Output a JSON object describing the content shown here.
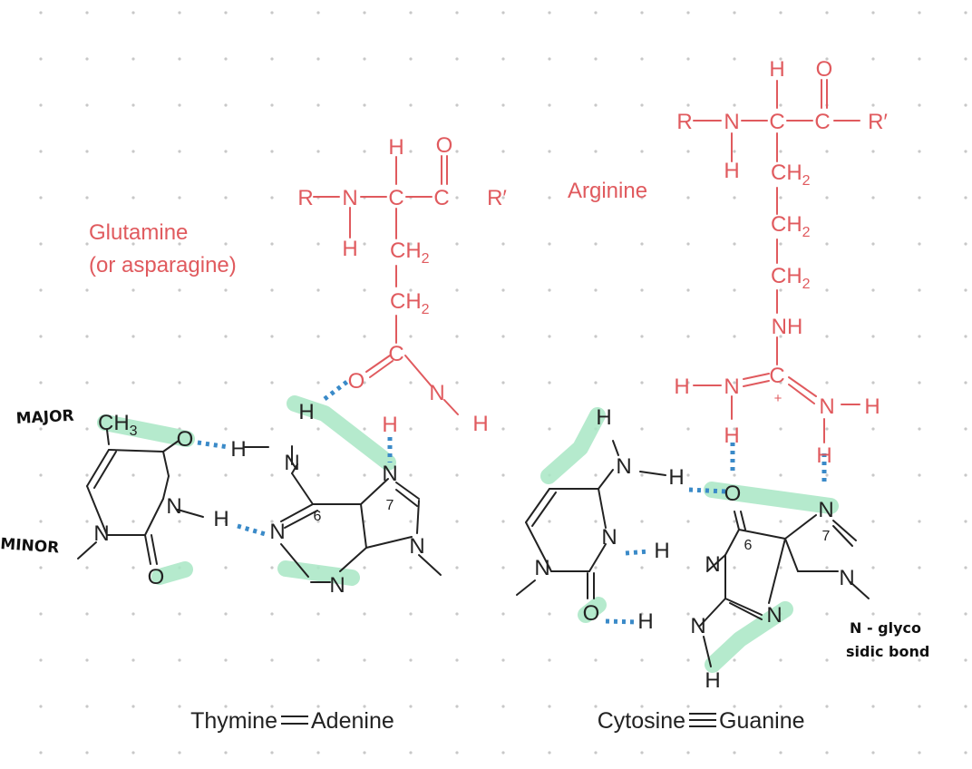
{
  "colors": {
    "protein": "#e05a5e",
    "structure": "#222222",
    "hbond": "#3a8ac8",
    "highlight": "#a8e6c4",
    "dot": "#c8c8c8"
  },
  "labels": {
    "glutamine": [
      "Glutamine",
      "(or asparagine)"
    ],
    "arginine": "Arginine",
    "major": "MAJOR",
    "minor": "MINOR",
    "glyco": [
      "N - glyco",
      "sidic bond"
    ],
    "pair_ta": [
      "Thymine",
      "Adenine"
    ],
    "pair_cg": [
      "Cytosine",
      "Guanine"
    ]
  },
  "atoms": {
    "H": "H",
    "O": "O",
    "N": "N",
    "C": "C",
    "R": "R",
    "Rp": "R′",
    "CH2": "CH",
    "sub2": "2",
    "CH3": "CH",
    "sub3": "3",
    "NH": "NH",
    "plus": "+",
    "six": "6",
    "seven": "7"
  }
}
